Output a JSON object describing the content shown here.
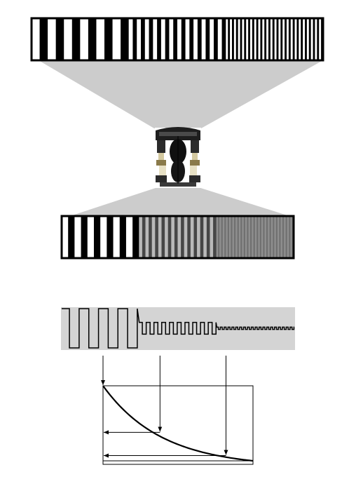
{
  "colors": {
    "background": "#ffffff",
    "bar_dark": "#000000",
    "bar_light": "#ffffff",
    "light_cone": "#cccccc",
    "signal_panel": "#d4d4d4",
    "line": "#000000",
    "reduced_gray_1": "#a9a9a9",
    "reduced_gray_2": "#8d8d8d"
  },
  "target_pattern": {
    "groups": [
      {
        "line_pairs": 6,
        "contrast": 1.0
      },
      {
        "line_pairs": 12,
        "contrast": 1.0
      },
      {
        "line_pairs": 24,
        "contrast": 1.0
      }
    ]
  },
  "image_pattern": {
    "groups": [
      {
        "line_pairs": 6,
        "contrast": 1.0
      },
      {
        "line_pairs": 12,
        "contrast": 0.45
      },
      {
        "line_pairs": 24,
        "contrast": 0.12
      }
    ]
  },
  "lens": {
    "icon": "camera-lens-cross-section-icon"
  },
  "signal": {
    "groups": [
      {
        "cycles": 4,
        "amplitude": 1.0
      },
      {
        "cycles": 10,
        "amplitude": 0.3
      },
      {
        "cycles": 20,
        "amplitude": 0.06
      }
    ]
  },
  "mtf_curve": {
    "x_range": [
      0,
      1
    ],
    "y_range": [
      0,
      1
    ],
    "samples": [
      {
        "x": 0.0,
        "y": 1.0
      },
      {
        "x": 0.38,
        "y": 0.38
      },
      {
        "x": 0.82,
        "y": 0.07
      }
    ]
  }
}
